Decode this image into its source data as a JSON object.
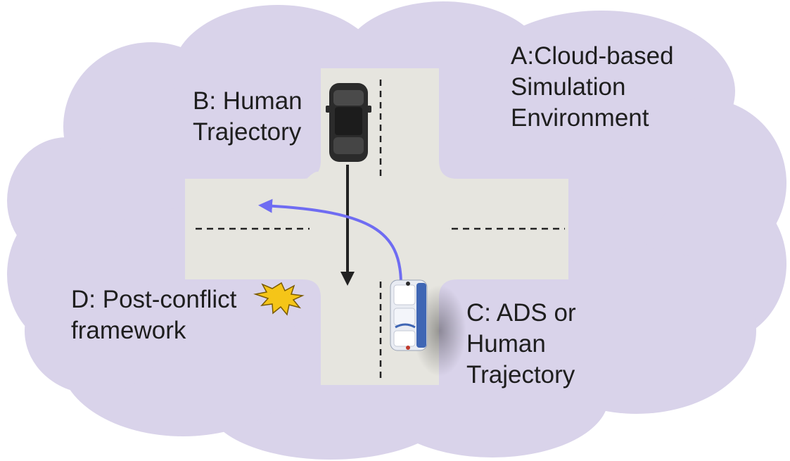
{
  "labels": {
    "simulation": [
      "A:Cloud-based",
      "Simulation",
      "Environment"
    ],
    "human_trajectory": [
      "B: Human",
      "Trajectory"
    ],
    "ads_trajectory": [
      "C: ADS or",
      "Human",
      "Trajectory"
    ],
    "post_conflict": [
      "D: Post-conflict",
      "framework"
    ]
  },
  "colors": {
    "cloud": "#d9d3ea",
    "road": "#e6e5df",
    "lane_marking": "#222222",
    "human_path_arrow": "#222222",
    "ads_path_arrow": "#6f6cf2",
    "conflict_burst": "#f5c518",
    "conflict_burst_outline": "#7a5a00",
    "human_vehicle": "#2b2b2b",
    "ads_vehicle": "#e9ecf3",
    "ads_vehicle_accent": "#3f66b4"
  },
  "icons": {
    "human_vehicle": "dark-sedan-icon",
    "ads_vehicle": "autonomous-shuttle-icon",
    "conflict": "collision-burst-icon"
  }
}
